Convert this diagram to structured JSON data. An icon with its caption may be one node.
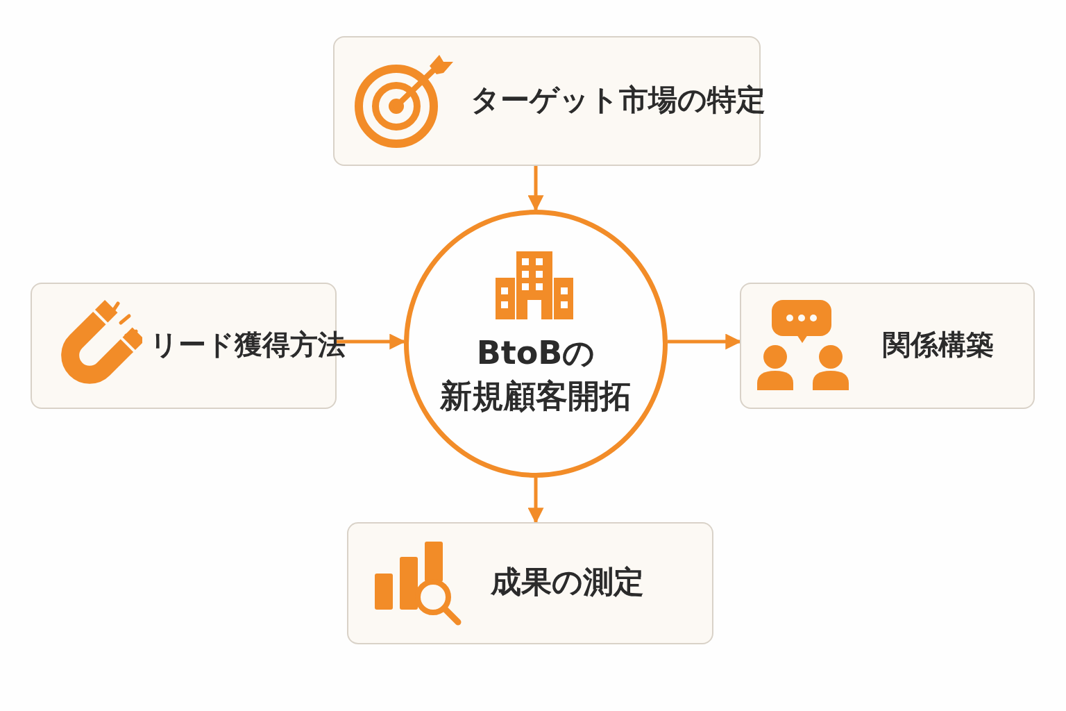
{
  "diagram": {
    "nodes": [
      {
        "text": [
          "ターゲット市場の特定"
        ]
      },
      {
        "text": [
          "リード獲得方法"
        ]
      },
      {
        "text": [
          "BtoBの新規顧客開拓"
        ]
      },
      {
        "text": [
          "関係構築"
        ]
      },
      {
        "text": [
          "成果の測定"
        ]
      }
    ],
    "edges": [
      {
        "from": 0,
        "to": 2,
        "arrow": "to"
      },
      {
        "from": 1,
        "to": 2,
        "arrow": "to"
      },
      {
        "from": 2,
        "to": 3,
        "arrow": "to"
      },
      {
        "from": 2,
        "to": 4,
        "arrow": "to"
      }
    ]
  }
}
